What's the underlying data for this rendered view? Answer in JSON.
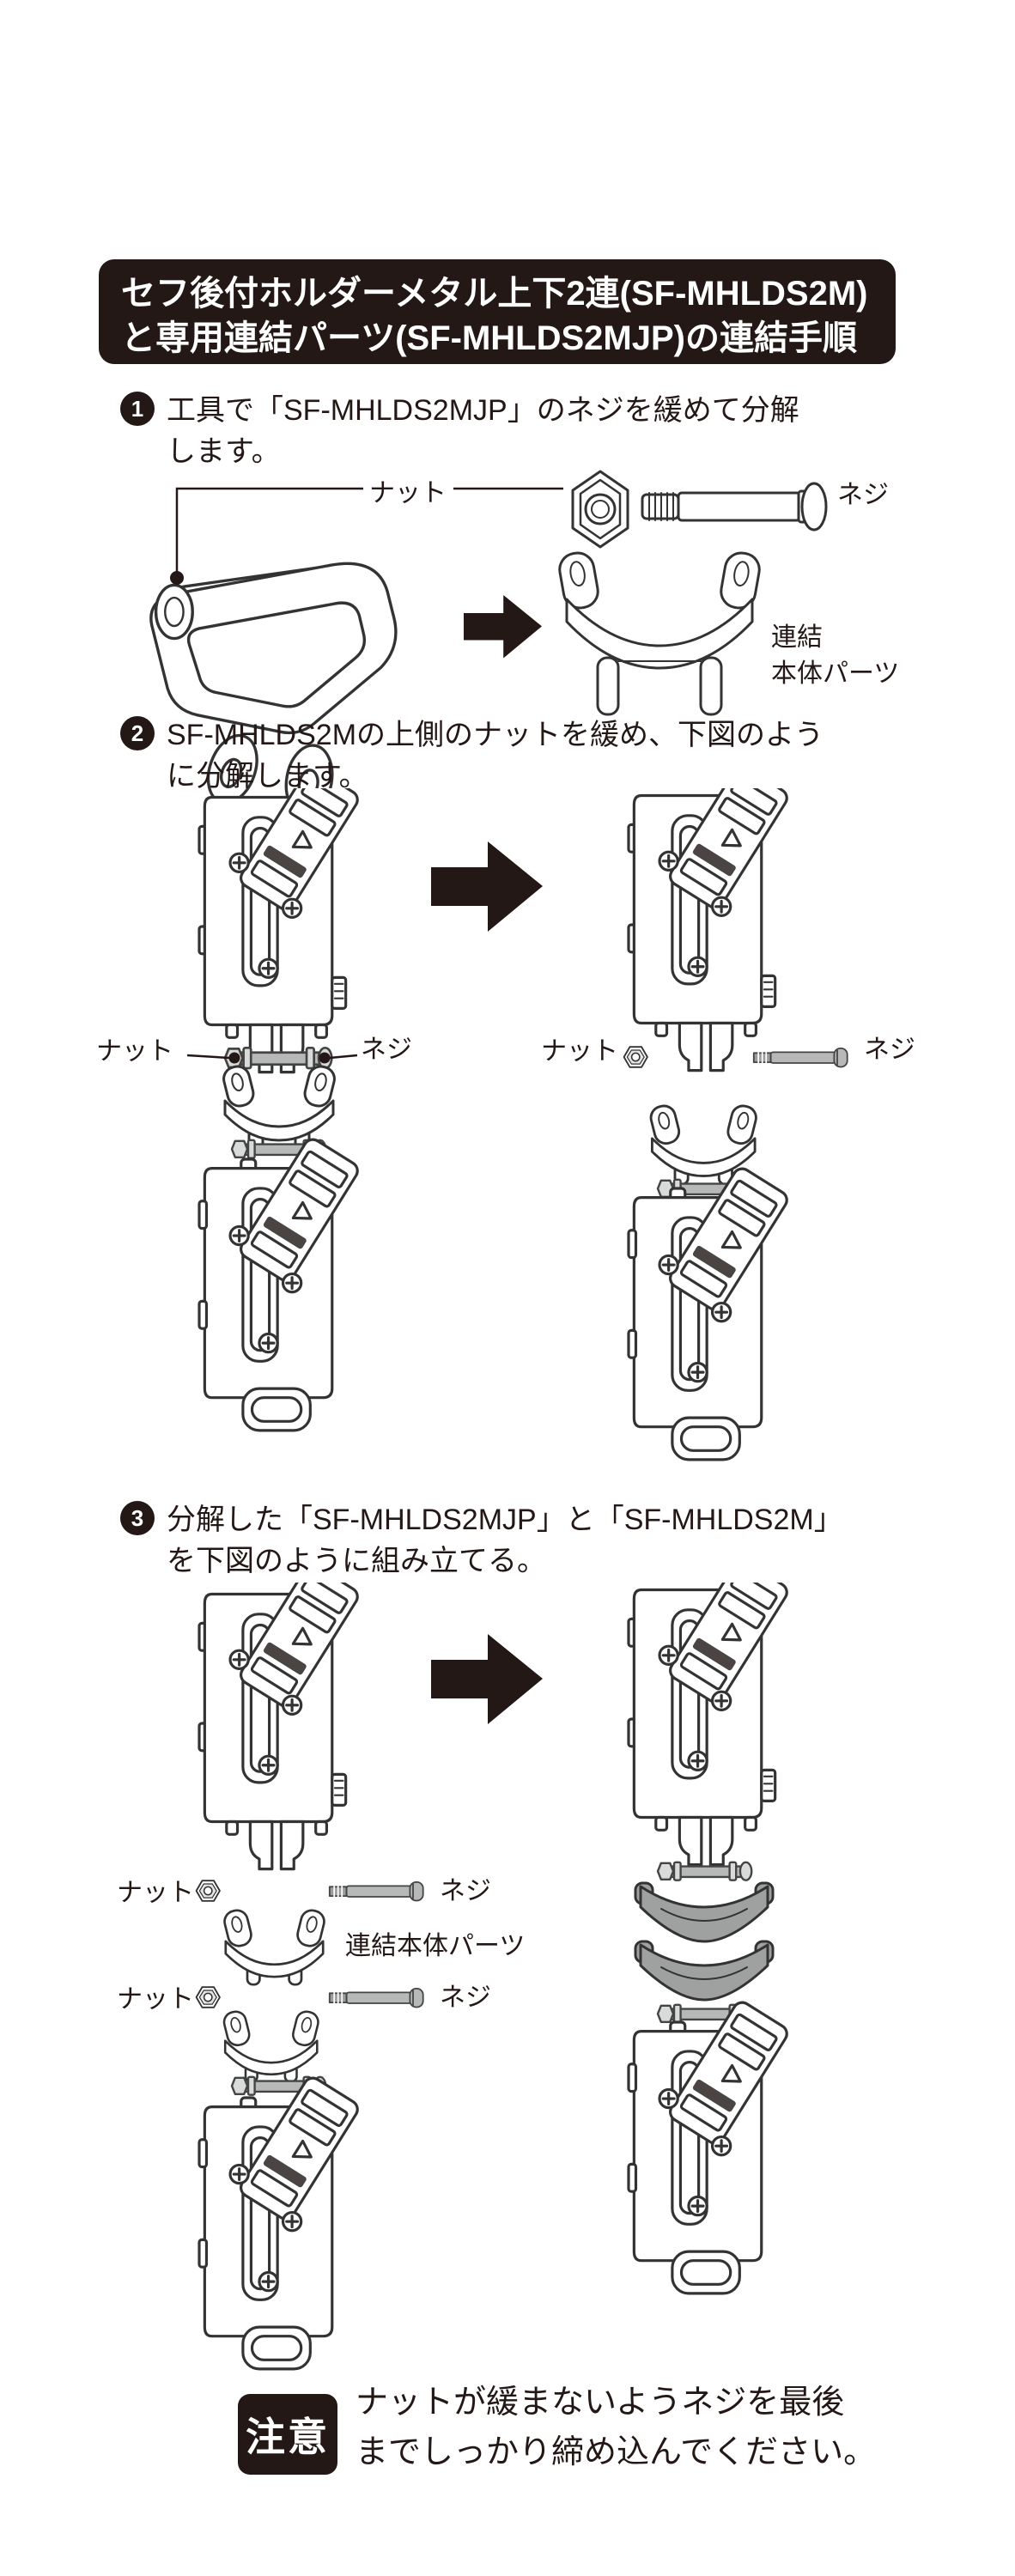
{
  "header": {
    "line1": "セフ後付ホルダーメタル上下2連(SF-MHLDS2M)",
    "line2": "と専用連結パーツ(SF-MHLDS2MJP)の連結手順"
  },
  "steps": [
    {
      "number": "1",
      "line1": "工具で「SF-MHLDS2MJP」のネジを緩めて分解",
      "line2": "します。"
    },
    {
      "number": "2",
      "line1": "SF-MHLDS2Mの上側のナットを緩め、下図のよう",
      "line2": "に分解します。"
    },
    {
      "number": "3",
      "line1": "分解した「SF-MHLDS2MJP」と「SF-MHLDS2M」",
      "line2": "を下図のように組み立てる。"
    }
  ],
  "labels": {
    "nut": "ナット",
    "screw": "ネジ",
    "connector_line1": "連結",
    "connector_line2": "本体パーツ",
    "connector_full": "連結本体パーツ"
  },
  "notice": {
    "badge": "注意",
    "line1": "ナットが緩まないようネジを最後",
    "line2": "までしっかり締め込んでください。"
  },
  "colors": {
    "ink": "#231815",
    "line_art": "#333333",
    "metal_gray": "#b7b8b8",
    "connector_gray": "#9fa1a1"
  }
}
